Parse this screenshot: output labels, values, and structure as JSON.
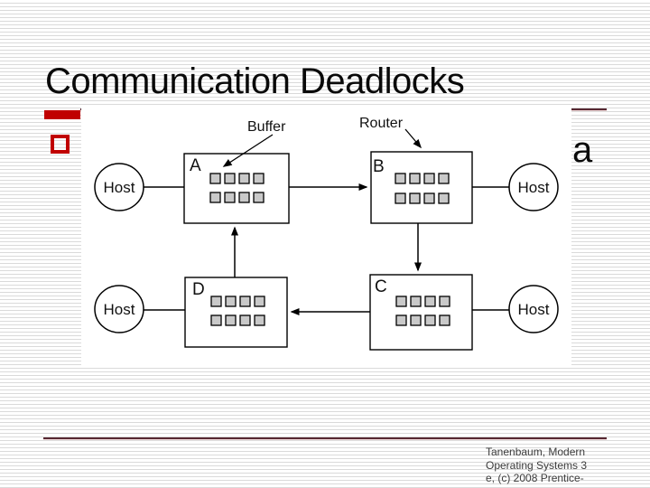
{
  "slide": {
    "title": "Communication Deadlocks",
    "bullet_text_visible": "a",
    "footer_lines": [
      "Tanenbaum, Modern",
      "Operating Systems 3",
      "e, (c) 2008 Prentice-"
    ]
  },
  "diagram": {
    "labels": {
      "buffer": "Buffer",
      "router": "Router",
      "host": "Host"
    },
    "routers": [
      {
        "id": "A"
      },
      {
        "id": "B"
      },
      {
        "id": "C"
      },
      {
        "id": "D"
      }
    ]
  },
  "colors": {
    "accent_red": "#c00000",
    "divider_maroon": "#572832",
    "divider_shadow": "#eed6d6",
    "buffer_fill": "#c9c9c9",
    "line_black": "#000000"
  }
}
